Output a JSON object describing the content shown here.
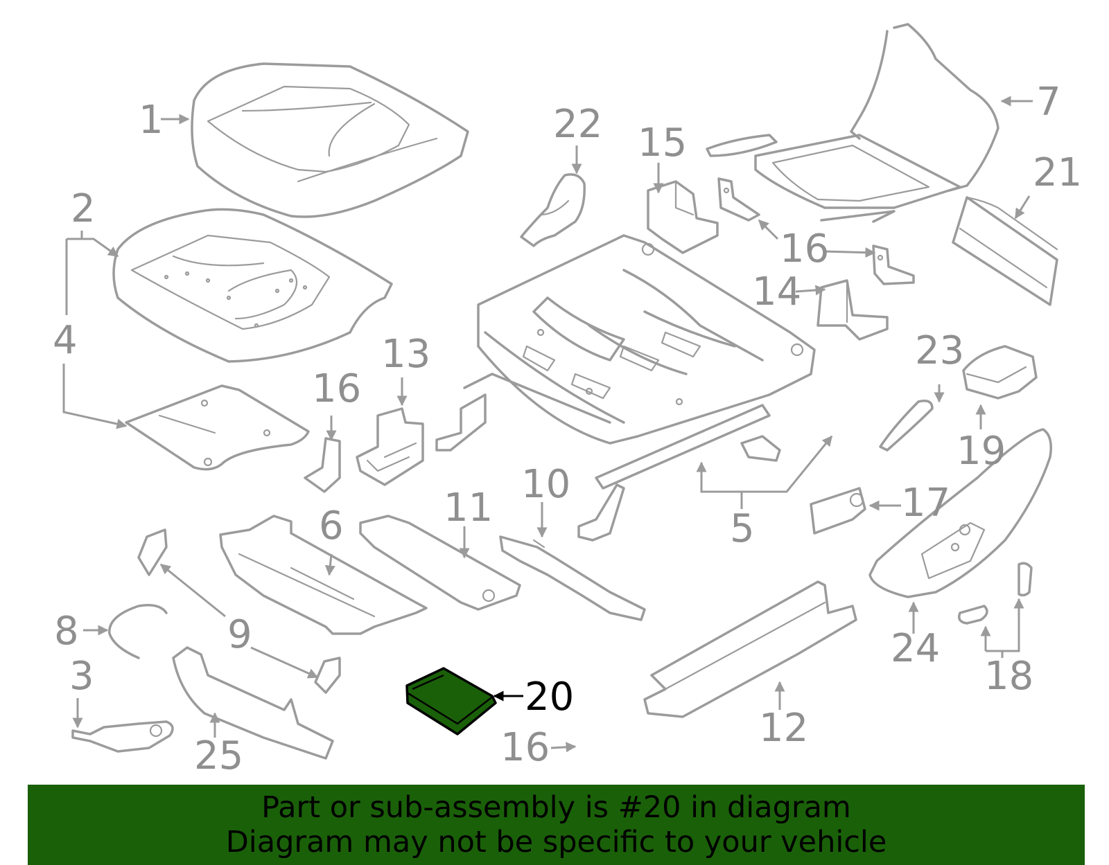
{
  "callouts": {
    "c1": "1",
    "c2": "2",
    "c3": "3",
    "c4": "4",
    "c5": "5",
    "c6": "6",
    "c7": "7",
    "c8": "8",
    "c9": "9",
    "c10": "10",
    "c11": "11",
    "c12": "12",
    "c13": "13",
    "c14": "14",
    "c15": "15",
    "c16a": "16",
    "c16b": "16",
    "c16c": "16",
    "c17": "17",
    "c18": "18",
    "c19": "19",
    "c20": "20",
    "c21": "21",
    "c22": "22",
    "c23": "23",
    "c24": "24",
    "c25": "25"
  },
  "highlight": {
    "part": "20",
    "color": "#1a6009"
  },
  "banner": {
    "line1": "Part or sub-assembly is #20 in diagram",
    "line2": "Diagram may not be specific to your vehicle",
    "color": "#1a6009"
  }
}
